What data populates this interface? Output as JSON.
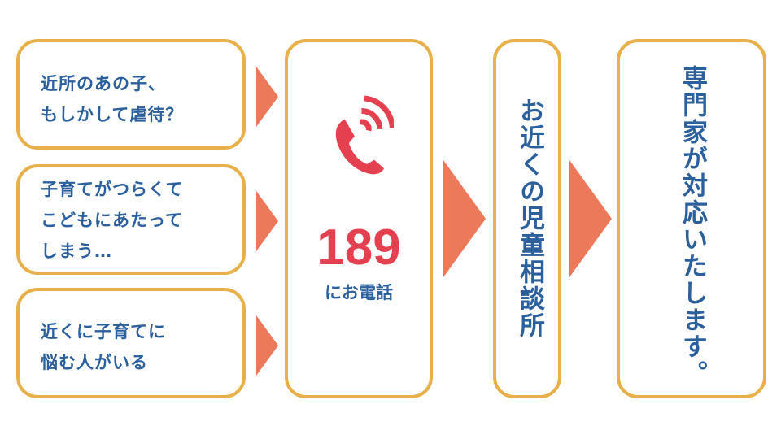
{
  "situations": [
    {
      "lines": [
        "近所のあの子、",
        "もしかして虐待？"
      ]
    },
    {
      "lines": [
        "子育てがつらくて",
        "こどもにあたって",
        "しまう…"
      ]
    },
    {
      "lines": [
        "近くに子育てに",
        "悩む人がいる"
      ]
    }
  ],
  "hotline": {
    "icon": "phone-ringing-icon",
    "number": "189",
    "label": "にお電話"
  },
  "center": {
    "label": "お近くの児童相談所"
  },
  "result": {
    "label": "専門家が対応いたします。"
  },
  "colors": {
    "border": "#e8b04a",
    "arrow": "#ec7a5a",
    "text": "#2b609d",
    "accent": "#e5404f"
  }
}
